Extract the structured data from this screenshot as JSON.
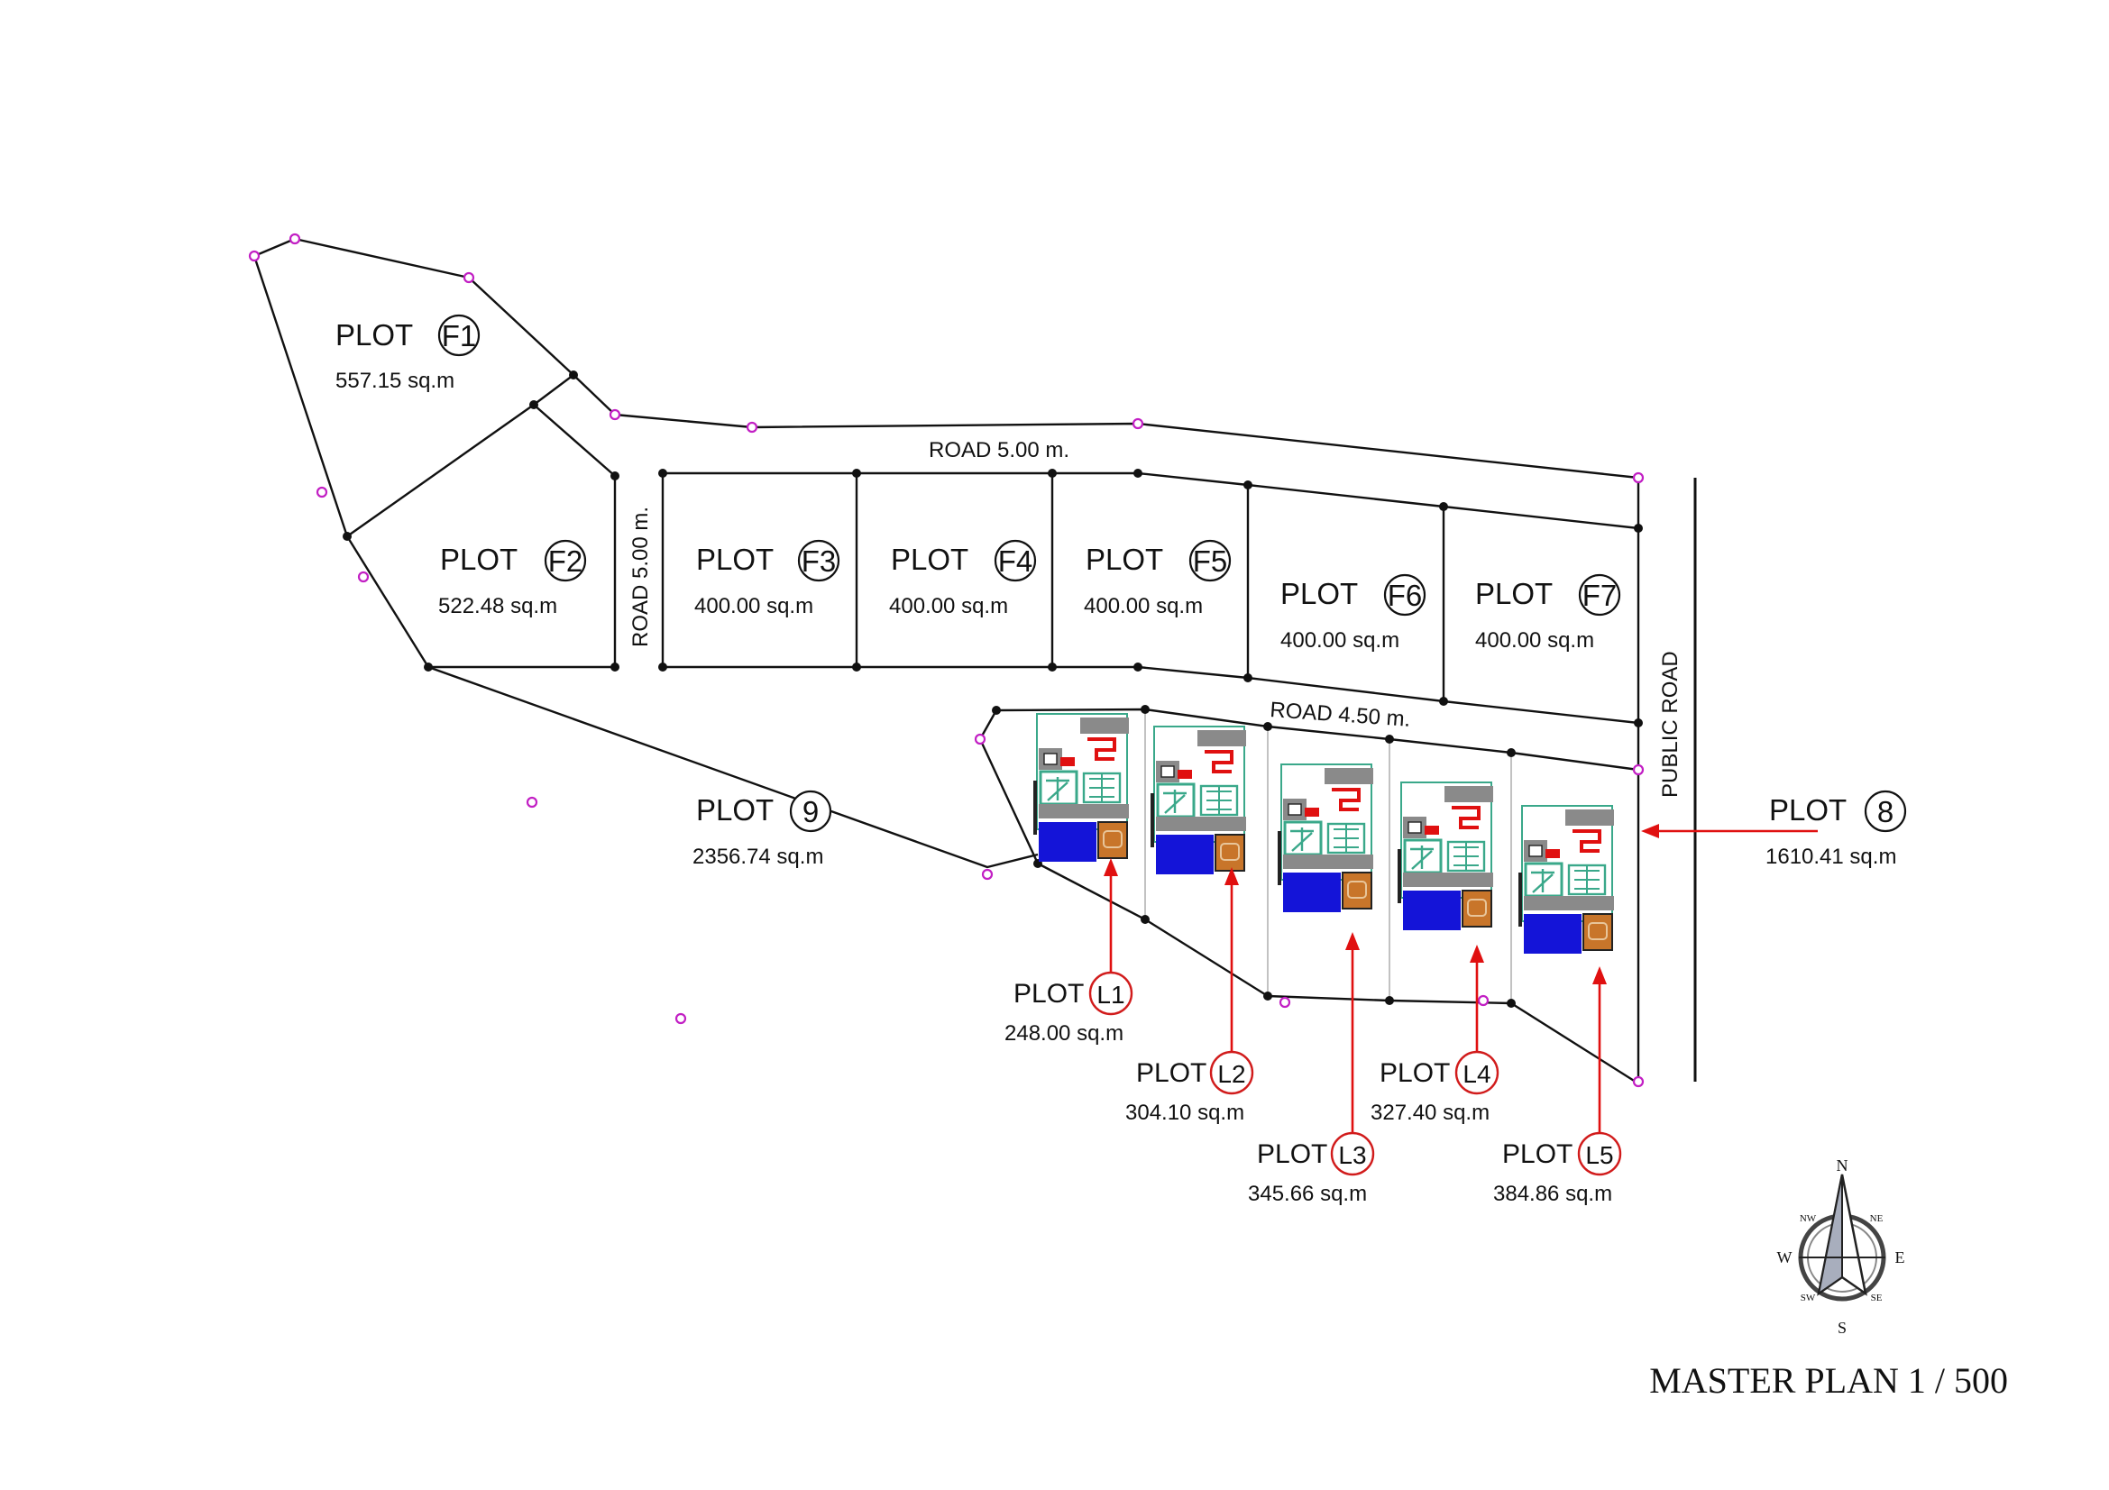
{
  "title": "MASTER PLAN 1 / 500",
  "plot_word": "PLOT",
  "roads": {
    "road_top": "ROAD  5.00 m.",
    "road_side": "ROAD  5.00 m.",
    "road_mid": "ROAD  4.50 m.",
    "public_road": "PUBLIC ROAD"
  },
  "plots": {
    "F1": {
      "id": "F1",
      "area": "557.15 sq.m"
    },
    "F2": {
      "id": "F2",
      "area": "522.48 sq.m"
    },
    "F3": {
      "id": "F3",
      "area": "400.00 sq.m"
    },
    "F4": {
      "id": "F4",
      "area": "400.00 sq.m"
    },
    "F5": {
      "id": "F5",
      "area": "400.00 sq.m"
    },
    "F6": {
      "id": "F6",
      "area": "400.00 sq.m"
    },
    "F7": {
      "id": "F7",
      "area": "400.00 sq.m"
    },
    "P9": {
      "id": "9",
      "area": "2356.74 sq.m"
    },
    "P8": {
      "id": "8",
      "area": "1610.41 sq.m"
    },
    "L1": {
      "id": "L1",
      "area": "248.00 sq.m"
    },
    "L2": {
      "id": "L2",
      "area": "304.10 sq.m"
    },
    "L3": {
      "id": "L3",
      "area": "345.66 sq.m"
    },
    "L4": {
      "id": "L4",
      "area": "327.40 sq.m"
    },
    "L5": {
      "id": "L5",
      "area": "384.86 sq.m"
    }
  },
  "compass": {
    "n": "N",
    "s": "S",
    "e": "E",
    "w": "W",
    "nw": "NW",
    "ne": "NE",
    "sw": "SW",
    "se": "SE"
  },
  "colors": {
    "boundary": "#111111",
    "survey_marker": "#c21fc4",
    "callout": "#e01010",
    "pool": "#1414d8",
    "house_outline": "#3aa88a",
    "roof": "#8a8a8a",
    "accent_red": "#e01010",
    "deck": "#c8752a"
  }
}
